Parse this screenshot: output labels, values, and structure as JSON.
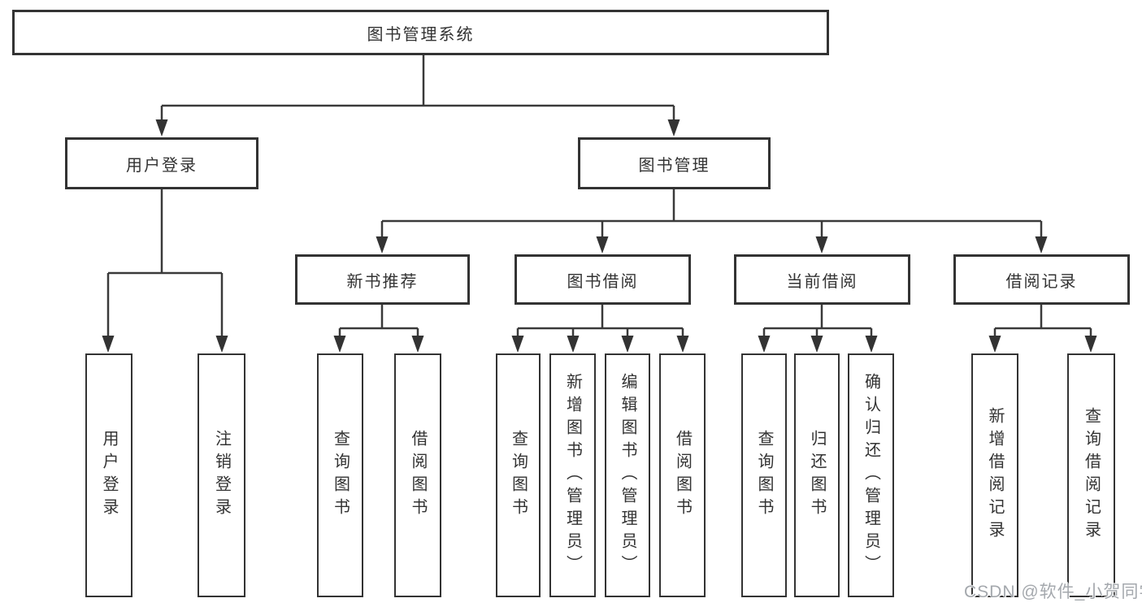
{
  "tree": {
    "root": {
      "label": "图书管理系统",
      "children": [
        {
          "label": "用户登录",
          "children": [
            {
              "label": "用户登录"
            },
            {
              "label": "注销登录"
            }
          ]
        },
        {
          "label": "图书管理",
          "children": [
            {
              "label": "新书推荐",
              "children": [
                {
                  "label": "查询图书"
                },
                {
                  "label": "借阅图书"
                }
              ]
            },
            {
              "label": "图书借阅",
              "children": [
                {
                  "label": "查询图书"
                },
                {
                  "label": "新增图书（管理员）"
                },
                {
                  "label": "编辑图书（管理员）"
                },
                {
                  "label": "借阅图书"
                }
              ]
            },
            {
              "label": "当前借阅",
              "children": [
                {
                  "label": "查询图书"
                },
                {
                  "label": "归还图书"
                },
                {
                  "label": "确认归还（管理员）"
                }
              ]
            },
            {
              "label": "借阅记录",
              "children": [
                {
                  "label": "新增借阅记录"
                },
                {
                  "label": "查询借阅记录"
                }
              ]
            }
          ]
        }
      ]
    }
  },
  "watermark": {
    "text": "CSDN @软件_小贺同学"
  },
  "colors": {
    "background": "#ffffff",
    "border": "#333333",
    "line": "#3a3a3a",
    "text": "#333333",
    "watermark": "#a4a8ad"
  }
}
